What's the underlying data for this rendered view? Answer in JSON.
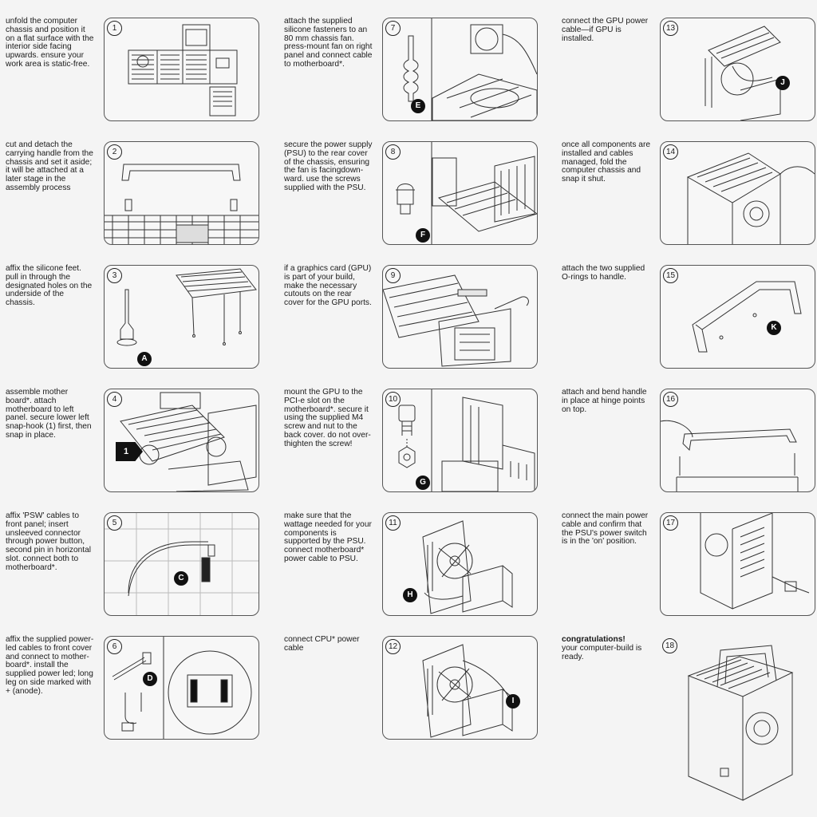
{
  "steps": [
    {
      "num": "1",
      "text": "unfold the computer chassis and position it on a flat surface with the interior side facing upwards. ensure your work area is static-free.",
      "badge": ""
    },
    {
      "num": "2",
      "text": "cut and detach the carrying handle from the chassis and set it aside; it will be attached at a later stage in the assembly process",
      "badge": ""
    },
    {
      "num": "3",
      "text": "affix the silicone feet. pull in through the designated holes on the underside of the chassis.",
      "badge": "A"
    },
    {
      "num": "4",
      "text": "assemble mother board*. attach motherboard to left panel. secure lower left snap-hook (1) first, then snap in place.",
      "badge": "",
      "tag": "1"
    },
    {
      "num": "5",
      "text": "affix 'PSW' cables to front panel; insert unsleeved connector through power button, second pin in horizontal slot. connect both to motherboard*.",
      "badge": "C"
    },
    {
      "num": "6",
      "text": "affix the supplied power-led cables to front cover and connect to mother-board*. install the supplied power led; long leg on side marked with + (anode).",
      "badge": "D"
    },
    {
      "num": "7",
      "text": "attach the supplied silicone fasteners to an 80 mm chassis fan. press-mount fan on right panel and connect cable to motherboard*.",
      "badge": "E"
    },
    {
      "num": "8",
      "text": "secure the power supply (PSU) to the rear cover of the chassis, ensuring the fan is facingdown-ward. use the screws supplied with the PSU.",
      "badge": "F"
    },
    {
      "num": "9",
      "text": "if a graphics card (GPU) is part of your build, make the necessary cutouts on the rear cover for the GPU ports.",
      "badge": ""
    },
    {
      "num": "10",
      "text": "mount the GPU to the PCI-e slot on the motherboard*. secure it using the supplied M4 screw and nut to the back cover. do not over-thighten the screw!",
      "badge": "G"
    },
    {
      "num": "11",
      "text": "make sure that the wattage needed for your components is supported by the PSU. connect motherboard* power cable to PSU.",
      "badge": "H"
    },
    {
      "num": "12",
      "text": "connect CPU* power cable",
      "badge": "I"
    },
    {
      "num": "13",
      "text": "connect the GPU power cable—if GPU is installed.",
      "badge": "J"
    },
    {
      "num": "14",
      "text": "once all components are installed and cables managed, fold the computer chassis and snap it shut.",
      "badge": ""
    },
    {
      "num": "15",
      "text": "attach the two supplied O-rings to handle.",
      "badge": "K"
    },
    {
      "num": "16",
      "text": "attach and bend handle in place at hinge points on top.",
      "badge": ""
    },
    {
      "num": "17",
      "text": "connect the main power cable and confirm that the PSU's power switch is in the 'on' position.",
      "badge": ""
    },
    {
      "num": "18",
      "lead": "congratulations!",
      "text": "your computer-build is ready.",
      "badge": ""
    }
  ]
}
